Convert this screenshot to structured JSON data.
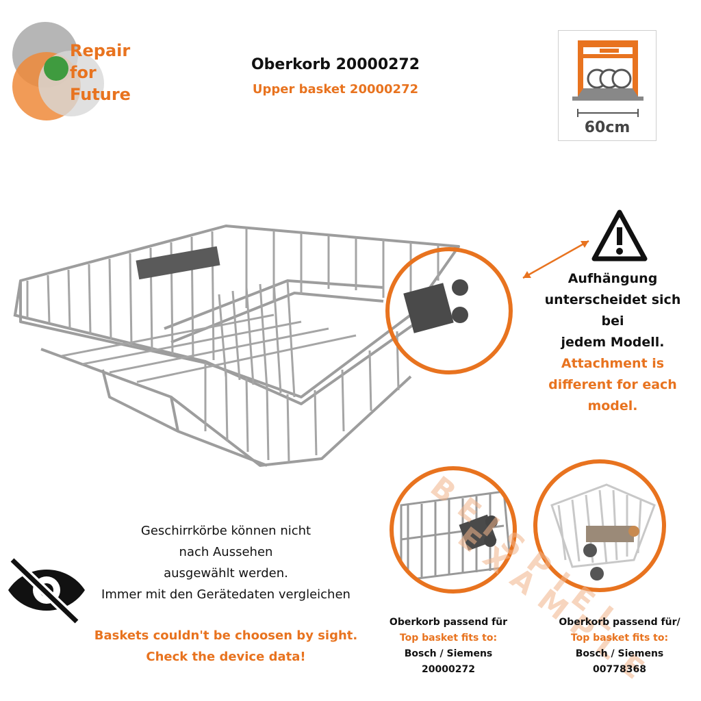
{
  "logo": {
    "line1": "Repair",
    "line2": "for",
    "line3": "Future"
  },
  "title": "Oberkorb 20000272",
  "subtitle": "Upper basket 20000272",
  "size_badge": {
    "label": "60cm"
  },
  "warning": {
    "de_lines": [
      "Aufhängung",
      "unterscheidet sich bei",
      "jedem Modell."
    ],
    "en_lines": [
      "Attachment is",
      "different for each",
      "model."
    ]
  },
  "notice": {
    "de_lines": [
      "Geschirrkörbe können nicht",
      "nach Aussehen",
      "ausgewählt werden.",
      "Immer mit den Gerätedaten vergleichen"
    ],
    "en_lines": [
      "Baskets couldn't be choosen by sight.",
      "Check the device data!"
    ]
  },
  "examples": [
    {
      "line1": "Oberkorb passend für",
      "line2": "Top basket fits to:",
      "line3": "Bosch / Siemens",
      "line4": "20000272"
    },
    {
      "line1": "Oberkorb passend für/",
      "line2": "Top basket fits to:",
      "line3": "Bosch / Siemens",
      "line4": "00778368"
    }
  ],
  "watermark": {
    "word1": "BEISPIEL",
    "word2": "EXAMPLE"
  },
  "colors": {
    "accent": "#e8731f",
    "wire": "#9a9a9a",
    "text": "#111111"
  }
}
